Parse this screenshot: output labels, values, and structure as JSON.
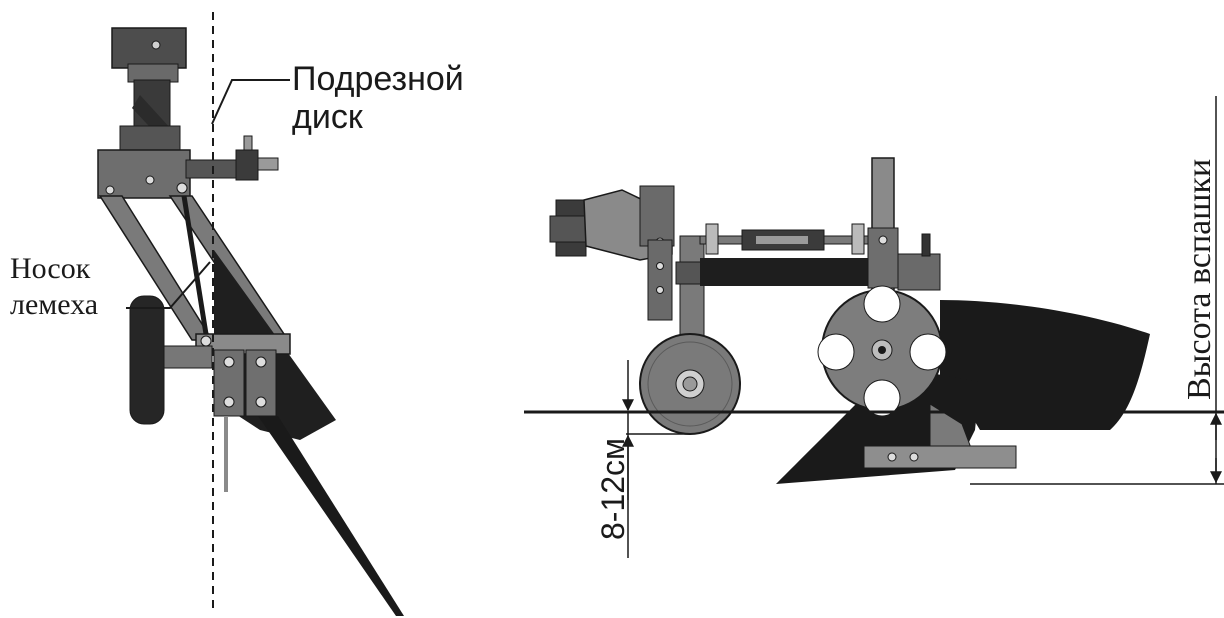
{
  "labels": {
    "disc_line1": "Подрезной",
    "disc_line2": "диск",
    "share_line1": "Носок",
    "share_line2": "лемеха",
    "gauge_depth": "8-12см",
    "plowing_height": "Высота вспашки"
  },
  "colors": {
    "ink": "#1a1a1a",
    "metal_dark": "#2b2b2b",
    "metal_mid": "#5a5a5a",
    "metal_light": "#8a8a8a",
    "disc_fill": "#7d7d7d"
  }
}
